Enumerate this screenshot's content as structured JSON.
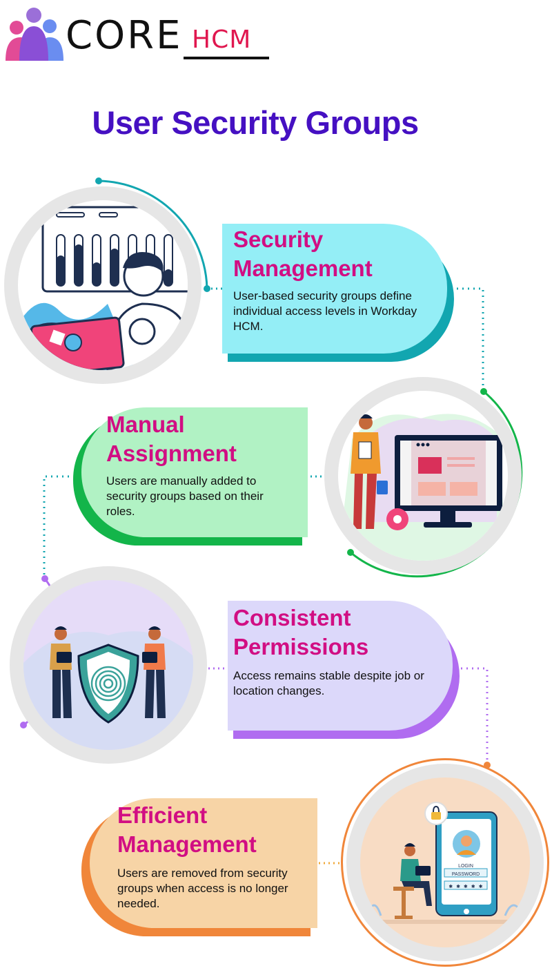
{
  "brand": {
    "core": "CORE",
    "hcm": "HCM"
  },
  "page_title": "User Security Groups",
  "colors": {
    "title": "#4510c2",
    "card_title": "#d10e83",
    "teal": "#12a6b0",
    "green": "#13b54a",
    "purple": "#b06cf0",
    "orange": "#f0863a"
  },
  "sections": [
    {
      "title_line1": "Security",
      "title_line2": "Management",
      "text": "User-based security groups define individual access levels in Workday HCM."
    },
    {
      "title_line1": "Manual",
      "title_line2": "Assignment",
      "text": "Users are manually added to security groups based on their roles."
    },
    {
      "title_line1": "Consistent",
      "title_line2": "Permissions",
      "text": "Access remains stable despite job or location changes."
    },
    {
      "title_line1": "Efficient",
      "title_line2": "Management",
      "text": "Users are removed from security groups when access is no longer needed."
    }
  ],
  "illustrations": {
    "login_label": "LOGIN",
    "password_label": "PASSWORD"
  }
}
